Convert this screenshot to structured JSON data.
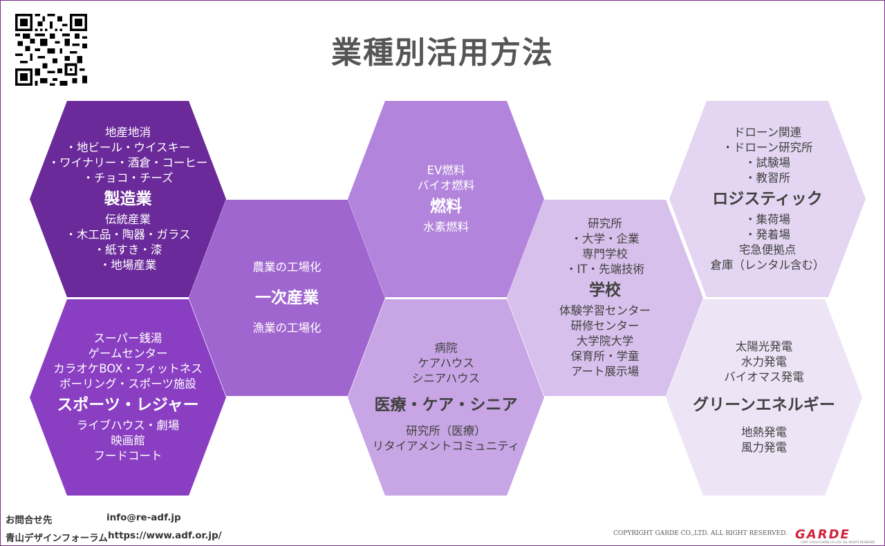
{
  "title": "業種別活用方法",
  "hexes": {
    "manufacturing": {
      "top": [
        "地産地消",
        "・地ビール・ウイスキー",
        "・ワイナリー・酒倉・コーヒー",
        "・チョコ・チーズ"
      ],
      "head": "製造業",
      "bottom": [
        "伝統産業",
        "・木工品・陶器・ガラス",
        "・紙すき・漆",
        "・地場産業"
      ]
    },
    "sports": {
      "top": [
        "スーパー銭湯",
        "ゲームセンター",
        "カラオケBOX・フィットネス",
        "ボーリング・スポーツ施設"
      ],
      "head": "スポーツ・レジャー",
      "bottom": [
        "ライブハウス・劇場",
        "映画館",
        "フードコート"
      ]
    },
    "primary": {
      "top": [
        "農業の工場化"
      ],
      "head": "一次産業",
      "bottom": [
        "漁業の工場化"
      ]
    },
    "fuel": {
      "top": [
        "EV燃料",
        "バイオ燃料"
      ],
      "head": "燃料",
      "bottom": [
        "水素燃料"
      ]
    },
    "medical": {
      "top": [
        "病院",
        "ケアハウス",
        "シニアハウス"
      ],
      "head": "医療・ケア・シニア",
      "bottom": [
        "研究所（医療）",
        "リタイアメントコミュニティ"
      ]
    },
    "school": {
      "top": [
        "研究所",
        "・大学・企業",
        "専門学校",
        "・IT・先端技術"
      ],
      "head": "学校",
      "bottom": [
        "体験学習センター",
        "研修センター",
        "大学院大学",
        "保育所・学童",
        "アート展示場"
      ]
    },
    "logistics": {
      "top": [
        "ドローン関連",
        "・ドローン研究所",
        "・試験場",
        "・教習所"
      ],
      "head": "ロジスティック",
      "bottom": [
        "・集荷場",
        "・発着場",
        "宅急便拠点",
        "倉庫（レンタル含む）"
      ]
    },
    "green": {
      "top": [
        "太陽光発電",
        "水力発電",
        "バイオマス発電"
      ],
      "head": "グリーンエネルギー",
      "bottom": [
        "地熱発電",
        "風力発電"
      ]
    }
  },
  "footer": {
    "contact_label": "お問合せ先",
    "email": "info@re-adf.jp",
    "org": "青山デザインフォーラム",
    "url": "https://www.adf.or.jp/",
    "copyright": "COPYRIGHT GARDE CO.,LTD. ALL RIGHT RESERVED.",
    "logo": "GARDE",
    "logo_sub": "COPY ©2014 GARDE CO.,LTD. ALL RIGHTS RESERVED."
  },
  "colors": {
    "dark": "#6a2a99",
    "main": "#8a3fc2",
    "pale": "#ede4f6",
    "logo": "#d21f3c"
  },
  "icons": [
    "qr-code-icon"
  ]
}
